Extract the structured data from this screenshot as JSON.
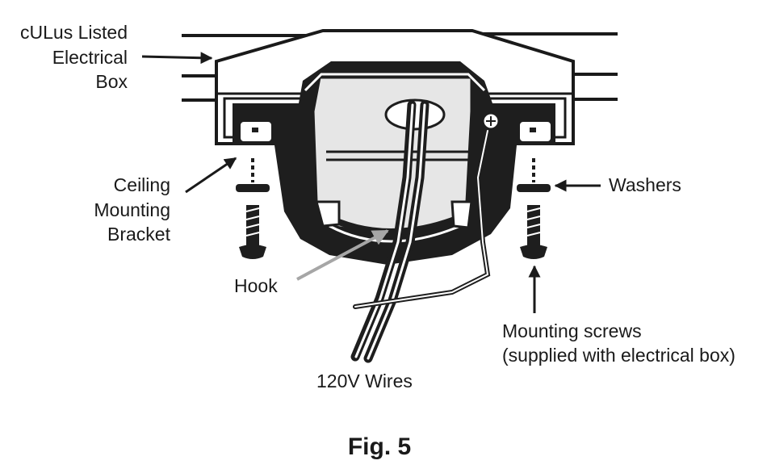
{
  "labels": {
    "electrical_box_line1": "cULus Listed",
    "electrical_box_line2": "Electrical",
    "electrical_box_line3": "Box",
    "bracket_line1": "Ceiling",
    "bracket_line2": "Mounting",
    "bracket_line3": "Bracket",
    "hook": "Hook",
    "washers": "Washers",
    "screws_line1": "Mounting screws",
    "screws_line2": "(supplied with electrical box)",
    "wires": "120V Wires"
  },
  "caption": "Fig. 5",
  "colors": {
    "ink": "#1a1a1a",
    "hook_arrow": "#a6a6a6",
    "bracket_fill": "#1e1e1e",
    "box_interior": "#e6e6e6"
  }
}
